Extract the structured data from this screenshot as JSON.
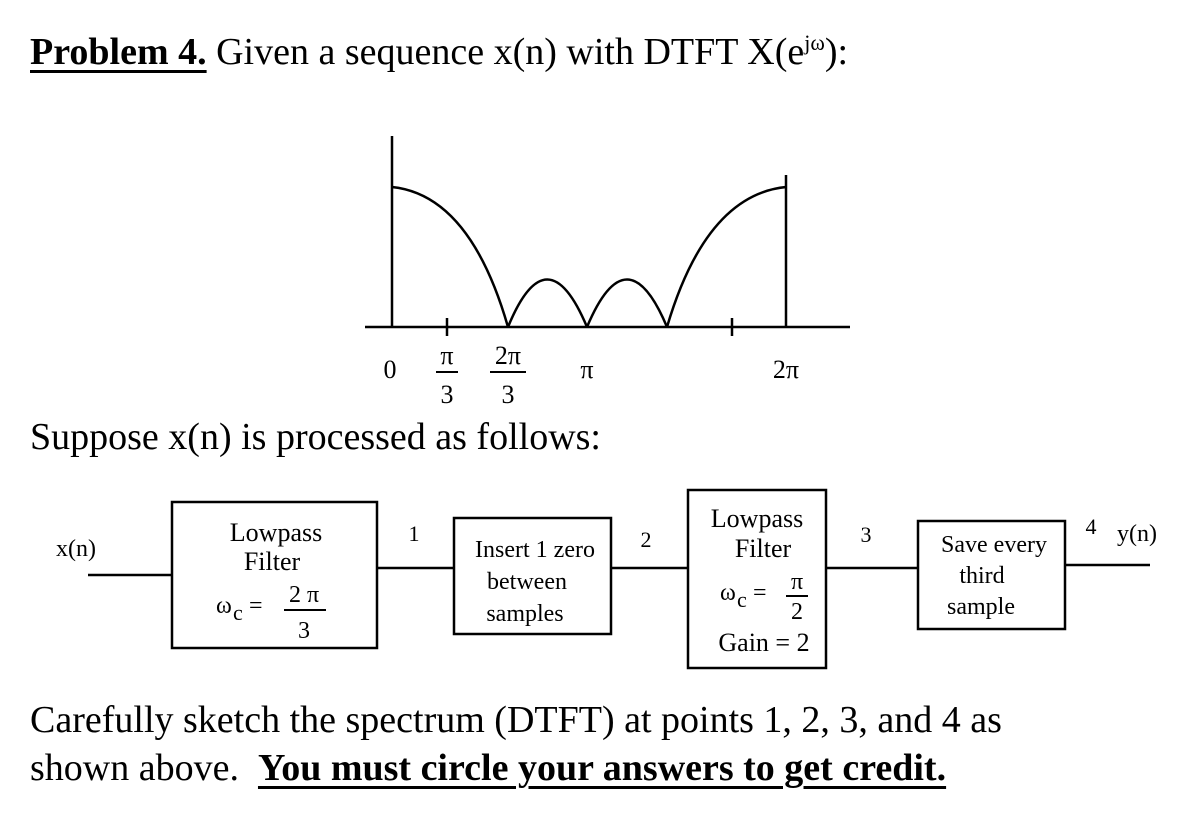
{
  "problem": {
    "label": "Problem 4.",
    "text_pre": "Given a sequence x(n) with DTFT X(e",
    "text_sup": "jω",
    "text_post": "):"
  },
  "spectrum_plot": {
    "tick_labels": {
      "zero": "0",
      "pi_over_3_num": "π",
      "pi_over_3_den": "3",
      "two_pi_over_3_num": "2π",
      "two_pi_over_3_den": "3",
      "pi": "π",
      "two_pi": "2π"
    }
  },
  "suppose_text": "Suppose x(n) is processed as follows:",
  "block_diagram": {
    "input_label": "x(n)",
    "output_label": "y(n)",
    "point_labels": [
      "1",
      "2",
      "3",
      "4"
    ],
    "block1": {
      "line1": "Lowpass",
      "line2": "Filter",
      "omega": "ω",
      "omega_sub": "c",
      "equals": "=",
      "frac_num": "2 π",
      "frac_den": "3"
    },
    "block2": {
      "line1": "Insert 1 zero",
      "line2": "between",
      "line3": "samples"
    },
    "block3": {
      "line1": "Lowpass",
      "line2": "Filter",
      "omega": "ω",
      "omega_sub": "c",
      "equals": "=",
      "frac_num": "π",
      "frac_den": "2",
      "gain": "Gain = 2"
    },
    "block4": {
      "line1": "Save every",
      "line2": "third",
      "line3": "sample"
    }
  },
  "instructions": {
    "line1": "Carefully sketch the spectrum (DTFT) at points 1, 2, 3, and 4 as",
    "line2_plain": "shown above.  ",
    "line2_bold": "You must circle your answers to get credit."
  }
}
